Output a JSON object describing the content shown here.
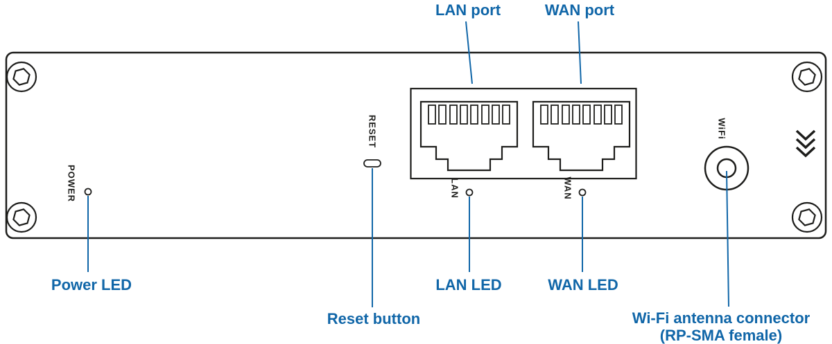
{
  "colors": {
    "outline": "#1d1d1b",
    "callout_blue": "#1066a8",
    "background": "#ffffff"
  },
  "panel": {
    "power_label": "POWER",
    "reset_label": "RESET",
    "lan_label": "LAN",
    "wan_label": "WAN",
    "wifi_label": "WiFi"
  },
  "callouts": {
    "lan_port": "LAN port",
    "wan_port": "WAN port",
    "power_led": "Power LED",
    "reset_button": "Reset button",
    "lan_led": "LAN LED",
    "wan_led": "WAN LED",
    "wifi_line1": "Wi-Fi antenna connector",
    "wifi_line2": "(RP-SMA female)"
  }
}
